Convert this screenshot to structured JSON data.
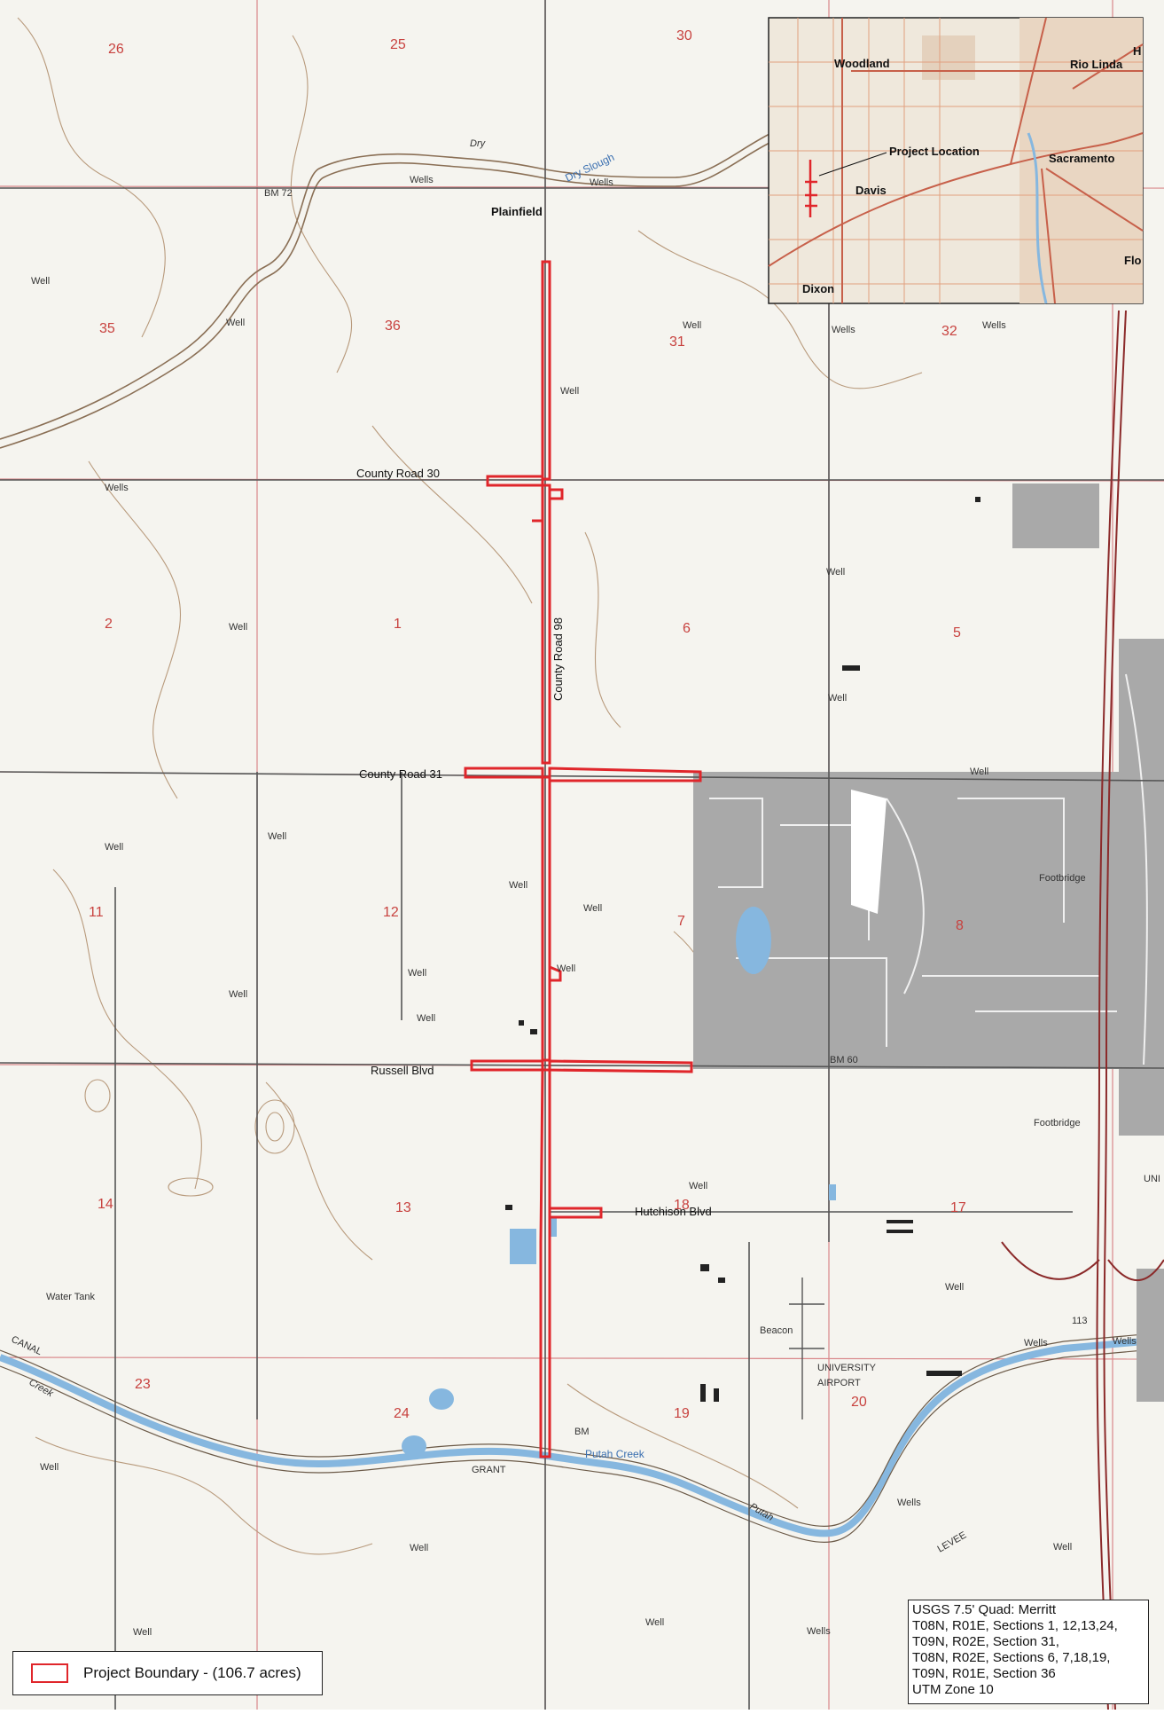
{
  "inset": {
    "project_location_label": "Project Location",
    "cities": {
      "woodland": "Woodland",
      "rio_linda": "Rio Linda",
      "sacramento": "Sacramento",
      "davis": "Davis",
      "dixon": "Dixon",
      "h": "H",
      "flo": "Flo"
    }
  },
  "roads": {
    "county_road_30": "County Road 30",
    "county_road_31": "County Road 31",
    "county_road_98": "County Road 98",
    "russell_blvd": "Russell Blvd",
    "hutchison_blvd": "Hutchison Blvd"
  },
  "water": {
    "dry_slough": "Dry Slough",
    "dry": "Dry",
    "putah_creek": "Putah Creek",
    "putah": "Putah",
    "creek": "Creek",
    "canal": "CANAL",
    "levee": "LEVEE"
  },
  "places": {
    "plainfield": "Plainfield",
    "beacon": "Beacon",
    "university_airport_1": "UNIVERSITY",
    "university_airport_2": "AIRPORT",
    "water_tank": "Water Tank",
    "footbridge": "Footbridge",
    "uni": "UNI",
    "bm72": "BM 72",
    "bm60": "BM 60",
    "bm": "BM",
    "grant": "GRANT",
    "highway_113": "113"
  },
  "sections": [
    "26",
    "25",
    "30",
    "35",
    "36",
    "31",
    "32",
    "2",
    "1",
    "6",
    "5",
    "11",
    "12",
    "7",
    "8",
    "14",
    "13",
    "18",
    "17",
    "23",
    "24",
    "19",
    "20"
  ],
  "well_label": "Well",
  "wells_label": "Wells",
  "legend": {
    "label": "Project Boundary - (106.7 acres)"
  },
  "info": {
    "lines": [
      "USGS 7.5' Quad: Merritt",
      "T08N, R01E, Sections 1, 12,13,24,",
      "T09N, R02E, Section 31,",
      "T08N, R02E, Sections 6, 7,18,19,",
      "T09N, R01E, Section 36",
      "UTM Zone 10"
    ]
  },
  "colors": {
    "boundary": "#e0262b",
    "grid_red": "#d9878a",
    "contour": "#b89a7c",
    "urban": "#a9a9a9",
    "water": "#86b7df",
    "road": "#555555",
    "background": "#f5f4ef"
  }
}
